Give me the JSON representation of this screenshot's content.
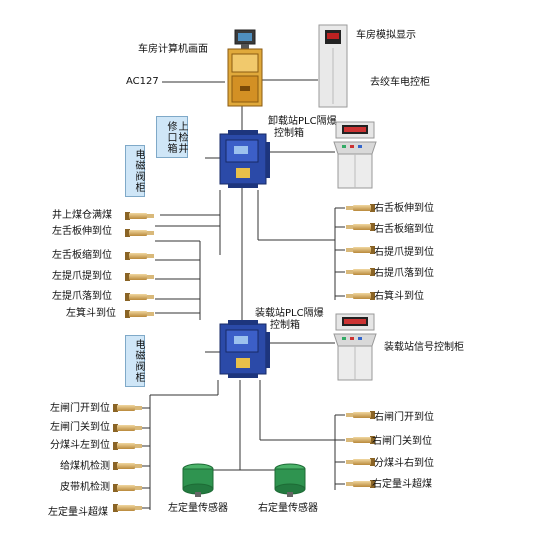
{
  "labels": {
    "car_room_screen": "车房计算机画面",
    "car_room_display": "车房模拟显示",
    "ac127": "AC127",
    "winch_cabinet": "去绞车电控柜",
    "unload_plc": "卸载站PLC隔爆",
    "unload_plc_2": "控制箱",
    "top_maintenance_box": "上检井修口箱",
    "magnetic_valve_1": "电磁阀柜",
    "load_plc": "装载站PLC隔爆",
    "load_plc_2": "控制箱",
    "magnetic_valve_2": "电磁阀柜",
    "load_signal_cabinet": "装载站信号控制柜",
    "left_quant_sensor": "左定量传感器",
    "right_quant_sensor": "右定量传感器"
  },
  "left_upper_sensors": [
    "井上煤仓满煤",
    "左舌板伸到位",
    "左舌板缩到位",
    "左提爪提到位",
    "左提爪落到位",
    "左箕斗到位"
  ],
  "right_upper_sensors": [
    "右舌板伸到位",
    "右舌板缩到位",
    "右提爪提到位",
    "右提爪落到位",
    "右箕斗到位"
  ],
  "left_lower_sensors": [
    "左闸门开到位",
    "左闸门关到位",
    "分煤斗左到位",
    "给煤机检测",
    "皮带机检测",
    "左定量斗超煤"
  ],
  "right_lower_sensors": [
    "右闸门开到位",
    "右闸门关到位",
    "分煤斗右到位",
    "右定量斗超煤"
  ]
}
